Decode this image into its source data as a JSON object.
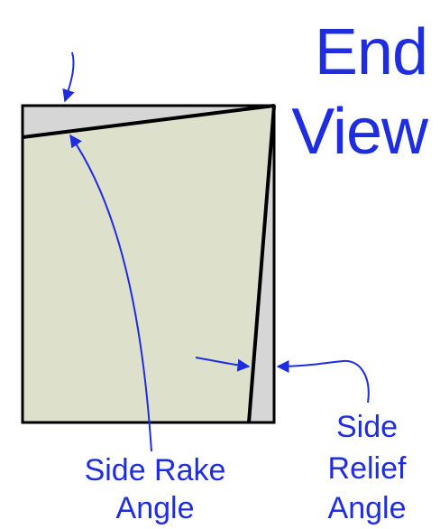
{
  "title": {
    "line1": "End",
    "line2": "View"
  },
  "labels": {
    "side_rake": {
      "line1": "Side Rake",
      "line2": "Angle"
    },
    "side_relief": {
      "line1": "Side",
      "line2": "Relief",
      "line3": "Angle"
    }
  },
  "colors": {
    "label_blue": "#1f2de0",
    "tool_body": "#dde1cc",
    "stock_gray": "#d6d6d6",
    "outline": "#000000",
    "arrow": "#1f2de0"
  }
}
